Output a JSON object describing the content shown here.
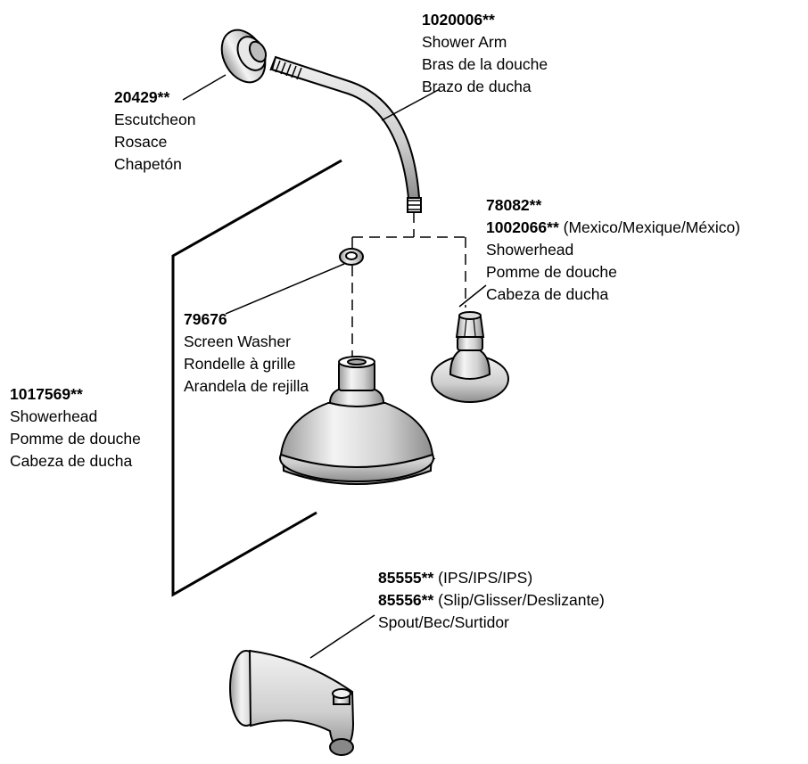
{
  "callouts": {
    "shower_arm": {
      "part_number": "1020006**",
      "names": [
        "Shower Arm",
        "Bras de la douche",
        "Brazo de ducha"
      ]
    },
    "escutcheon": {
      "part_number": "20429**",
      "names": [
        "Escutcheon",
        "Rosace",
        "Chapetón"
      ]
    },
    "showerhead_small": {
      "part_number": "78082**",
      "alt_part_number": "1002066**",
      "alt_note": "(Mexico/Mexique/México)",
      "names": [
        "Showerhead",
        "Pomme de douche",
        "Cabeza de ducha"
      ]
    },
    "screen_washer": {
      "part_number": "79676",
      "names": [
        "Screen Washer",
        "Rondelle à grille",
        "Arandela de rejilla"
      ]
    },
    "showerhead_large": {
      "part_number": "1017569**",
      "names": [
        "Showerhead",
        "Pomme de douche",
        "Cabeza de ducha"
      ]
    },
    "spout": {
      "part_number": "85555**",
      "part_note": "(IPS/IPS/IPS)",
      "alt_part_number": "85556**",
      "alt_note": "(Slip/Glisser/Deslizante)",
      "name": "Spout/Bec/Surtidor"
    }
  }
}
